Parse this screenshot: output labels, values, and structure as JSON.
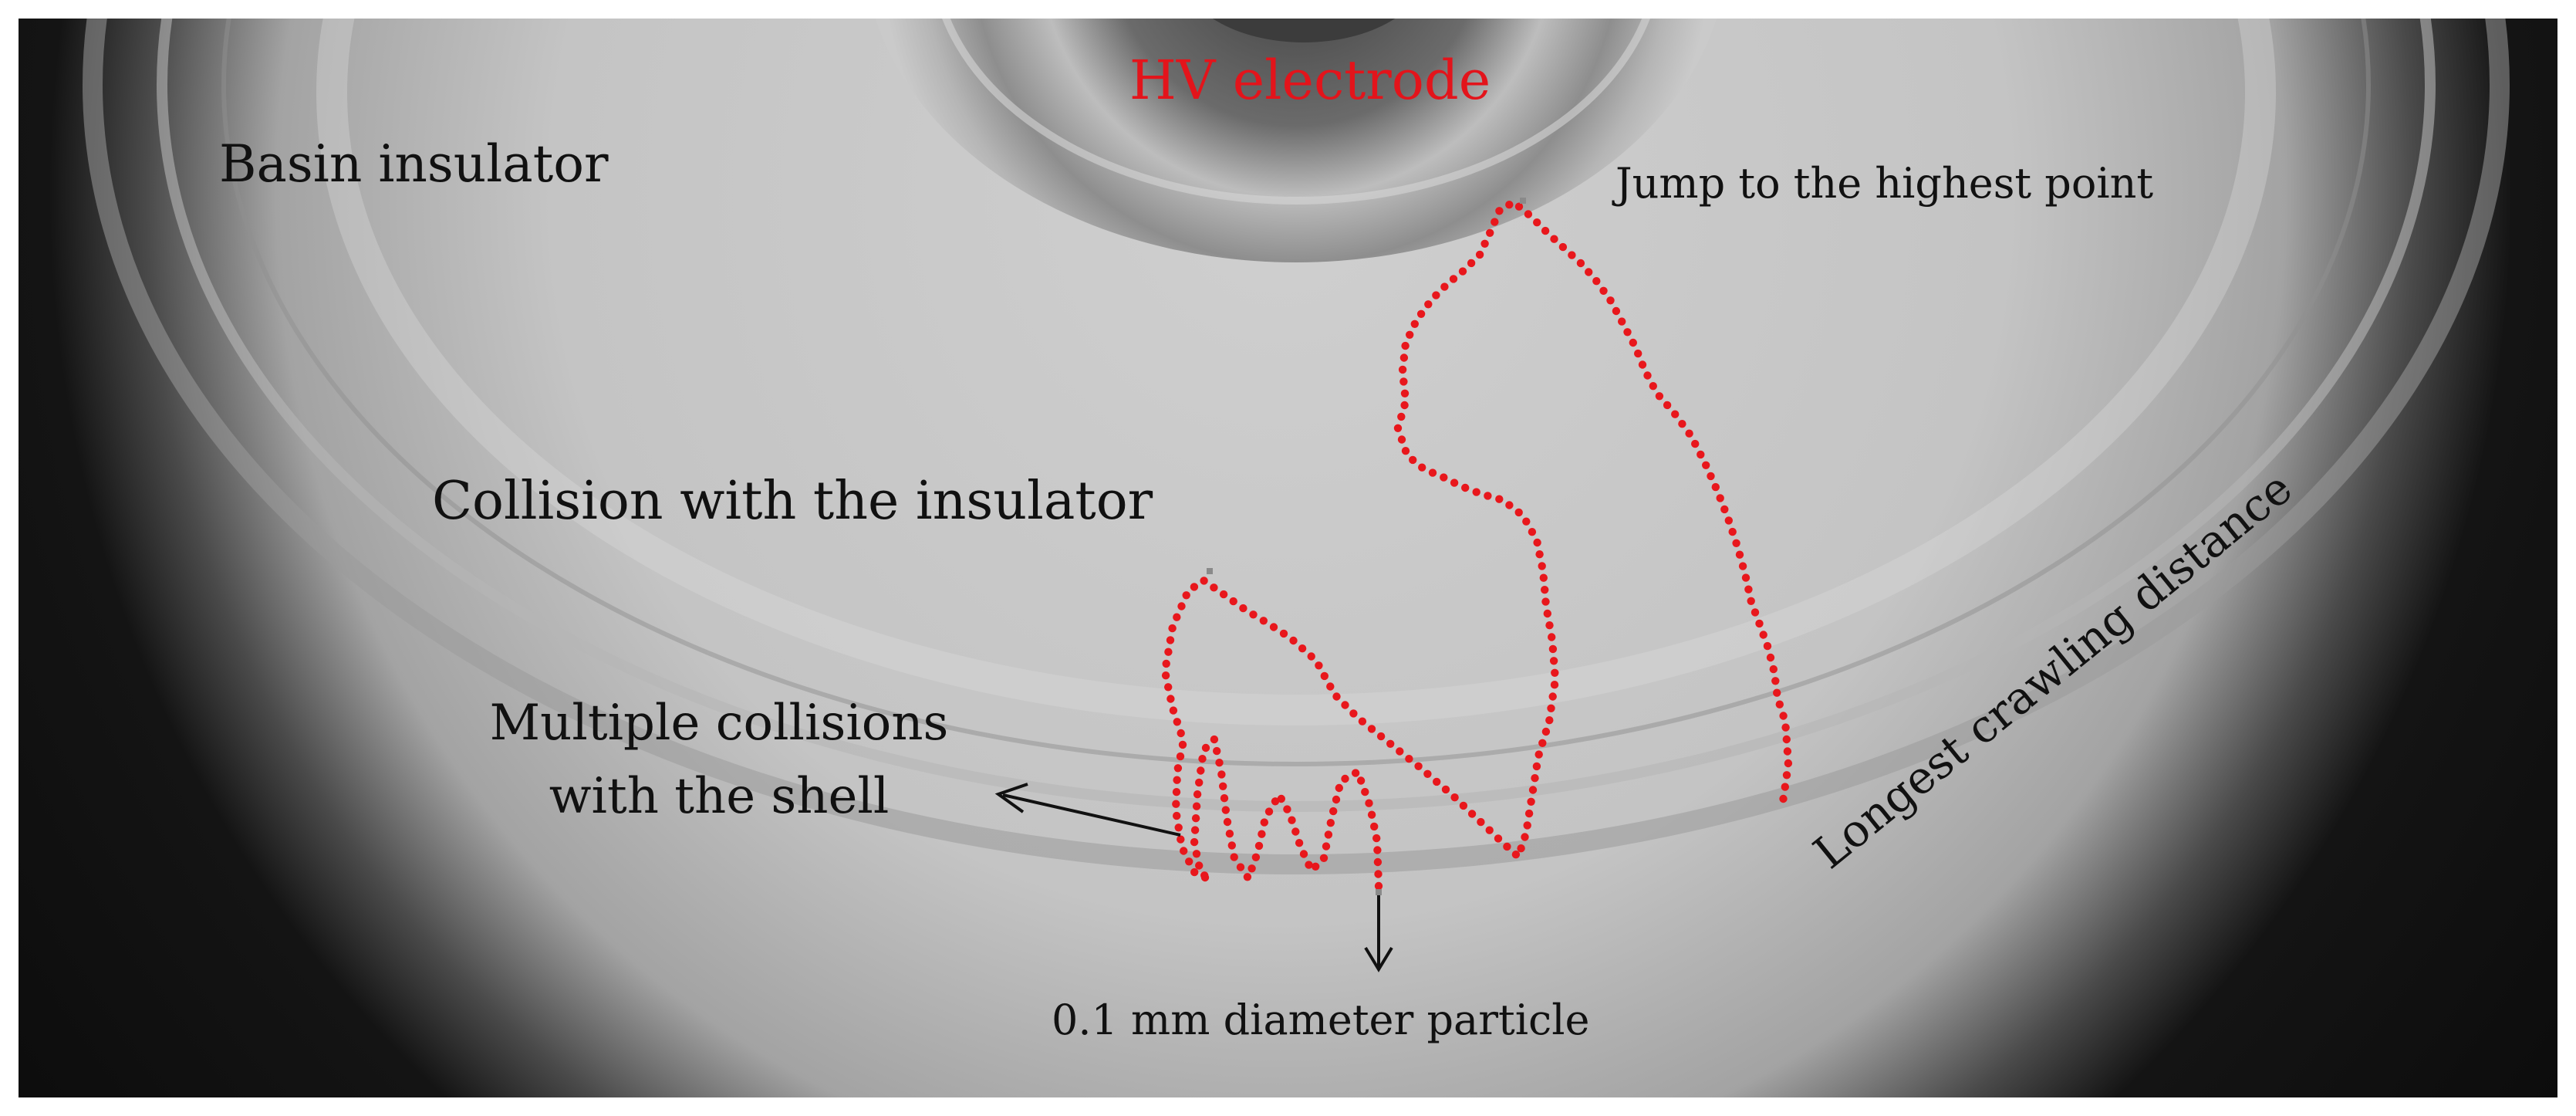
{
  "labels": {
    "hv_electrode": "HV electrode",
    "basin_insulator": "Basin insulator",
    "jump_highest_point": "Jump to the highest point",
    "collision_insulator": "Collision with the insulator",
    "multiple_collisions_line1": "Multiple collisions",
    "multiple_collisions_line2": "with the shell",
    "longest_crawling": "Longest crawling distance",
    "particle": "0.1 mm diameter particle"
  },
  "colors": {
    "trajectory_dots": "#e8171c",
    "label_highlight": "#e3141b",
    "label_text": "#111111",
    "background_gray": "#c9c9c9",
    "vignette_dark": "#0e0e0e"
  }
}
